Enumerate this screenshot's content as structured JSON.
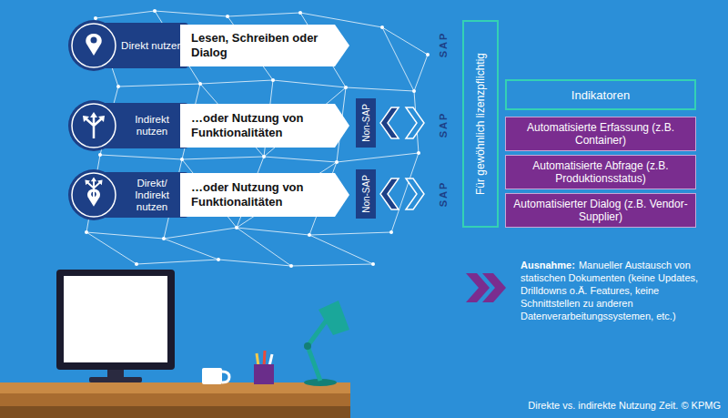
{
  "diagram": {
    "caption": "Direkte vs. indirekte Nutzung Zeit. © KPMG",
    "nodes": [
      {
        "text": [
          "Direkt nutzen"
        ]
      },
      {
        "text": [
          "Lesen, Schreiben oder Dialog"
        ]
      },
      {
        "text": [
          "Indirekt nutzen"
        ]
      },
      {
        "text": [
          "…oder Nutzung von Funktionalitäten"
        ]
      },
      {
        "text": [
          "Direkt/ Indirekt nutzen"
        ]
      },
      {
        "text": [
          "…oder Nutzung von Funktionalitäten"
        ]
      },
      {
        "text": [
          "Non-SAP"
        ]
      },
      {
        "text": [
          "Non-SAP"
        ]
      },
      {
        "text": [
          "Für gewöhnlich lizenzpflichtig"
        ]
      },
      {
        "text": [
          "Indikatoren"
        ]
      },
      {
        "text": [
          "Automatisierte Erfassung (z.B. Container)"
        ]
      },
      {
        "text": [
          "Automatisierte Abfrage (z.B. Produktionsstatus)"
        ]
      },
      {
        "text": [
          "Automatisierter Dialog (z.B. Vendor-Supplier)"
        ]
      }
    ],
    "labels": [
      "SAP",
      "SAP",
      "SAP",
      "Ausnahme:",
      "Manueller Austausch von statischen Dokumenten (keine Updates, Drilldowns o.Ä. Features, keine Schnittstellen zu anderen Datenverarbeitungssystemen, etc.)"
    ]
  }
}
